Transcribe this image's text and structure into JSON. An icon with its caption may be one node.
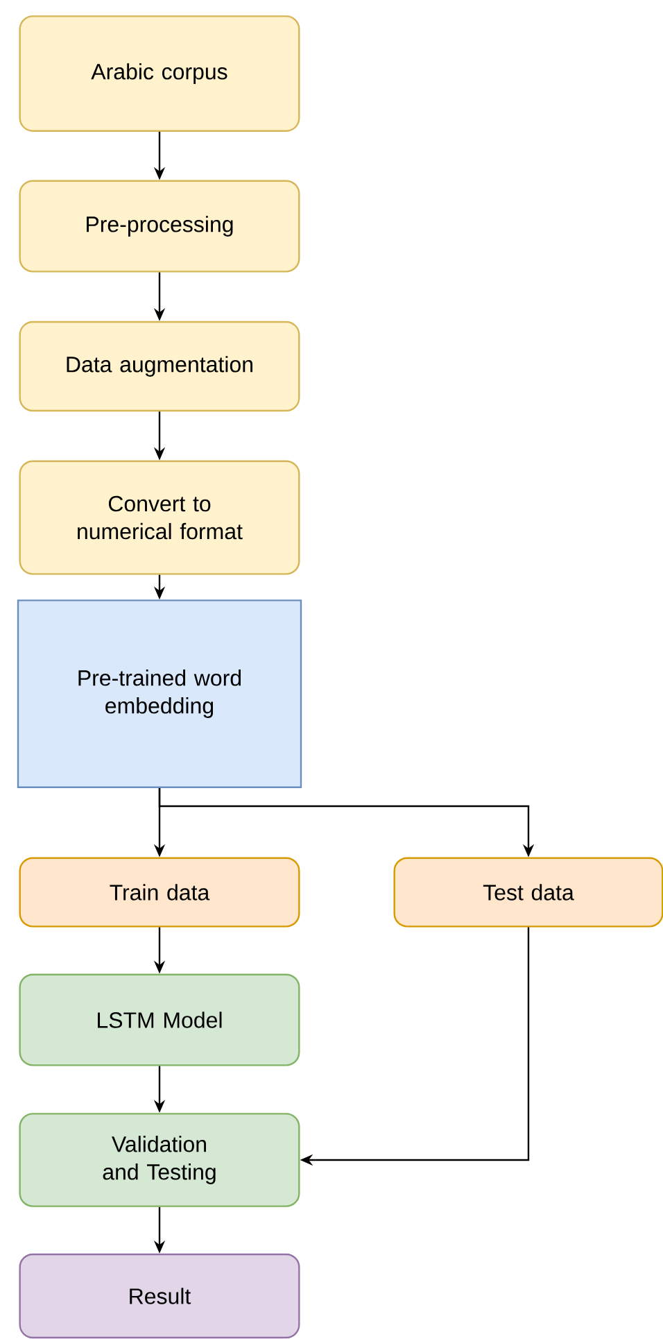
{
  "diagram": {
    "nodes": [
      {
        "text": [
          "Arabic corpus"
        ]
      },
      {
        "text": [
          "Pre-processing"
        ]
      },
      {
        "text": [
          "Data augmentation"
        ]
      },
      {
        "text": [
          "Convert to numerical format"
        ]
      },
      {
        "text": [
          "Pre-trained word embedding"
        ]
      },
      {
        "text": [
          "Train data"
        ]
      },
      {
        "text": [
          "Test data"
        ]
      },
      {
        "text": [
          "LSTM Model"
        ]
      },
      {
        "text": [
          "Validation and Testing"
        ]
      },
      {
        "text": [
          "Result"
        ]
      }
    ],
    "edges": [
      {
        "from": 0,
        "to": 1,
        "arrow": "to"
      },
      {
        "from": 1,
        "to": 2,
        "arrow": "to"
      },
      {
        "from": 2,
        "to": 3,
        "arrow": "to"
      },
      {
        "from": 3,
        "to": 4,
        "arrow": "to"
      },
      {
        "from": 4,
        "to": 5,
        "arrow": "to"
      },
      {
        "from": 4,
        "to": 6,
        "arrow": "to"
      },
      {
        "from": 5,
        "to": 7,
        "arrow": "to"
      },
      {
        "from": 7,
        "to": 8,
        "arrow": "to"
      },
      {
        "from": 6,
        "to": 8,
        "arrow": "to"
      },
      {
        "from": 8,
        "to": 9,
        "arrow": "to"
      }
    ]
  }
}
